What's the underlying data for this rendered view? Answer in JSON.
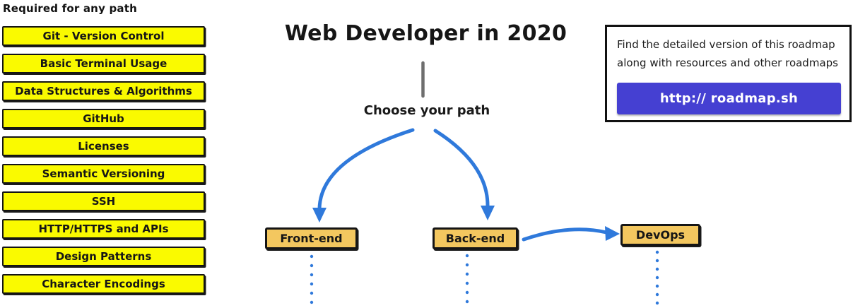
{
  "sidebar": {
    "header": "Required for any path",
    "items": [
      "Git - Version Control",
      "Basic Terminal Usage",
      "Data Structures & Algorithms",
      "GitHub",
      "Licenses",
      "Semantic Versioning",
      "SSH",
      "HTTP/HTTPS and APIs",
      "Design Patterns",
      "Character Encodings"
    ]
  },
  "main": {
    "title": "Web Developer in 2020",
    "choose_label": "Choose your path",
    "nodes": [
      {
        "label": "Front-end"
      },
      {
        "label": "Back-end"
      },
      {
        "label": "DevOps"
      }
    ]
  },
  "info_box": {
    "line1": "Find the detailed version of this roadmap",
    "line2": "along with resources and other roadmaps",
    "button_label": "http:// roadmap.sh"
  },
  "colors": {
    "sidebar_item_bg": "#FAFA00",
    "node_bg": "#F3C75F",
    "arrow_blue": "#2F79DB",
    "button_bg": "#4540D2",
    "border_dark": "#141414",
    "connector_gray": "#6E6E6E"
  }
}
